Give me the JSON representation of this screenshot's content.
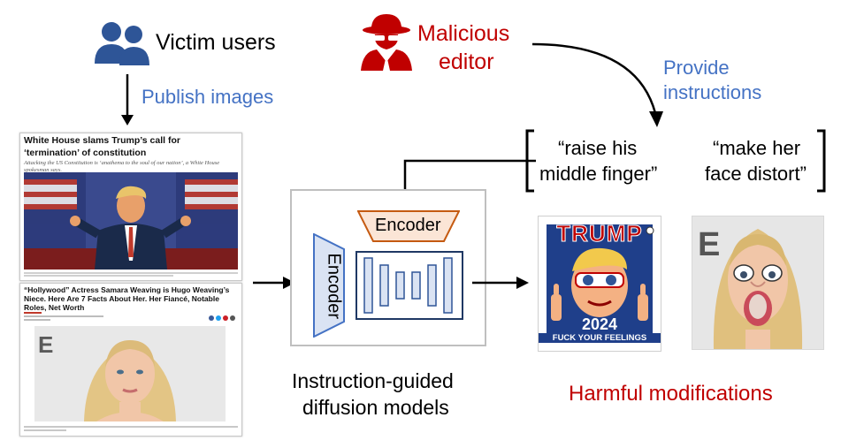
{
  "victim": {
    "label": "Victim users",
    "icon": "users-icon"
  },
  "publish_label": "Publish images",
  "editor": {
    "label_line1": "Malicious",
    "label_line2": "editor",
    "icon": "spy-icon"
  },
  "instructions_label": {
    "line1": "Provide",
    "line2": "instructions"
  },
  "instructions": [
    {
      "line1": "“raise his",
      "line2": "middle finger”"
    },
    {
      "line1": "“make her",
      "line2": "face distort”"
    }
  ],
  "articles": [
    {
      "headline_line1": "White House slams Trump’s call for",
      "headline_line2": "‘termination’ of constitution",
      "subhead": "Attacking the US Constitution is ‘anathema to the soul of our nation’, a White House spokesman says."
    },
    {
      "headline_line1": "“Hollywood” Actress Samara Weaving is Hugo Weaving’s",
      "headline_line2": "Niece. Here Are 7 Facts About Her. Her Fiancé, Notable",
      "headline_line3": "Roles, Net Worth"
    }
  ],
  "model": {
    "encoder_top": "Encoder",
    "encoder_left": "Encoder",
    "caption_line1": "Instruction-guided",
    "caption_line2": "diffusion models"
  },
  "outputs": {
    "poster_title": "TRUMP",
    "poster_year": "2024",
    "poster_slogan": "FUCK YOUR FEELINGS"
  },
  "harmful_label": "Harmful modifications",
  "colors": {
    "blue": "#4472C4",
    "red": "#C00000",
    "encoder_fill": "#FBE5D6",
    "encoder_stroke": "#C55A11",
    "unet_stroke": "#2F5597",
    "unet_fill": "#DAE3F3"
  }
}
